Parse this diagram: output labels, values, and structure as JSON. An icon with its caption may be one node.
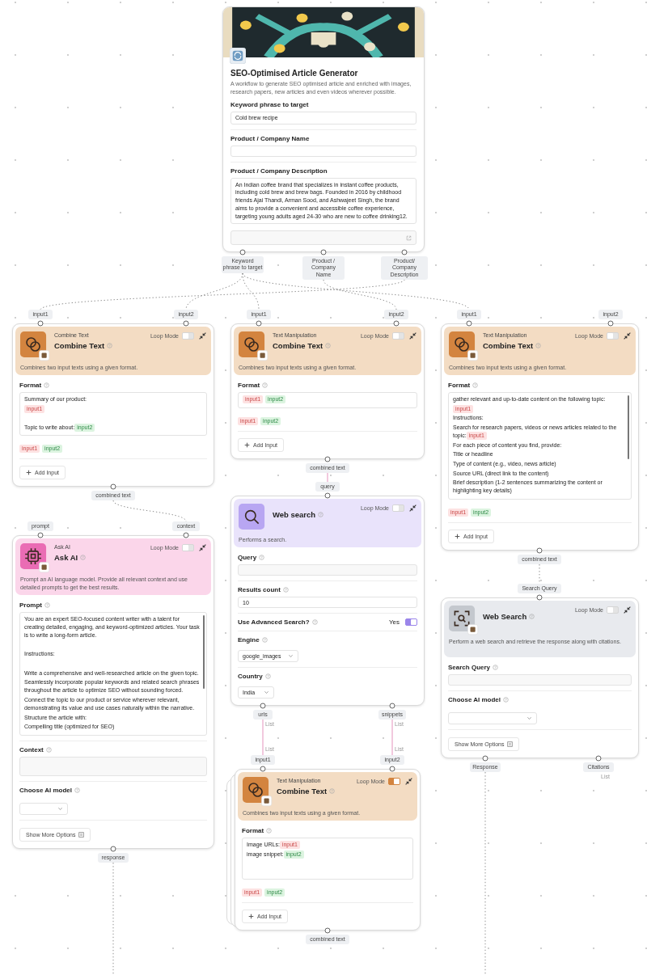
{
  "diagram": {
    "nodes": [
      {
        "text": [
          "SEO-Optimised Article Generator",
          "A workflow to generate SEO optimised article and enriched with images, research papers, new articles and even videos wherever possible.",
          "Keyword phrase to target",
          "Cold brew recipe",
          "Product / Company Name",
          "Product / Company Description",
          "An Indian coffee brand that specializes in instant coffee products, including cold brew and brew bags. Founded in 2016 by childhood friends Ajai Thandi, Arman Sood, and Ashwajeet Singh, the brand aims to provide a convenient and accessible coffee experience, targeting young adults aged 24-30 who are new to coffee drinking12."
        ]
      },
      {
        "text": [
          "Keyword phrase to target"
        ]
      },
      {
        "text": [
          "Product / Company Name"
        ]
      },
      {
        "text": [
          "Product/ Company Description"
        ]
      },
      {
        "text": [
          "Combine Text",
          "Combine Text",
          "Combines two input texts using a given format.",
          "Loop Mode",
          "Format",
          "Summary of our product:",
          "input1",
          "Topic to write about:",
          "input2",
          "input1",
          "input2",
          "Add Input"
        ]
      },
      {
        "text": [
          "input1"
        ]
      },
      {
        "text": [
          "input2"
        ]
      },
      {
        "text": [
          "combined text"
        ]
      },
      {
        "text": [
          "Text Manipulation",
          "Combine Text",
          "Combines two input texts using a given format.",
          "Loop Mode",
          "Format",
          "input1",
          "input2",
          "input1",
          "input2",
          "Add Input"
        ]
      },
      {
        "text": [
          "input1"
        ]
      },
      {
        "text": [
          "input2"
        ]
      },
      {
        "text": [
          "combined text"
        ]
      },
      {
        "text": [
          "Text Manipulation",
          "Combine Text",
          "Combines two input texts using a given format.",
          "Loop Mode",
          "Format",
          "gather relevant and up-to-date content on the following topic:",
          "input1",
          "Instructions:",
          "Search for research papers, videos or news articles related to the topic:",
          "input1",
          "For each piece of content you find, provide:",
          "Title or headline",
          "Type of content (e.g., video, news article)",
          "Source URL (direct link to the content)",
          "Brief description (1-2 sentences summarizing the content or highlighting key details)",
          "input1",
          "input2",
          "Add Input"
        ]
      },
      {
        "text": [
          "input1"
        ]
      },
      {
        "text": [
          "input2"
        ]
      },
      {
        "text": [
          "combined text"
        ]
      },
      {
        "text": [
          "Ask AI",
          "Ask AI",
          "Prompt an AI language model. Provide all relevant context and use detailed prompts to get the best results.",
          "Loop Mode",
          "Prompt",
          "You are an expert SEO-focused content writer with a talent for creating detailed, engaging, and keyword-optimized articles. Your task is to write a long-form article.",
          "Instructions:",
          "Write a comprehensive and well-researched article on the given topic.",
          "Seamlessly incorporate popular keywords and related search phrases throughout the article to optimize SEO without sounding forced.",
          "Connect the topic to our product or service wherever relevant, demonstrating its value and use cases naturally within the narrative.",
          "Structure the article with:",
          "Compelling title (optimized for SEO)",
          "Context",
          "Choose AI model",
          "Show More Options"
        ]
      },
      {
        "text": [
          "prompt"
        ]
      },
      {
        "text": [
          "context"
        ]
      },
      {
        "text": [
          "response"
        ]
      },
      {
        "text": [
          "Web search",
          "Performs a search.",
          "Loop Mode",
          "Query",
          "Results count",
          "10",
          "Use Advanced Search?",
          "Yes",
          "Engine",
          "google_images",
          "Country",
          "India"
        ]
      },
      {
        "text": [
          "query"
        ]
      },
      {
        "text": [
          "urls"
        ],
        "beside": [
          "List"
        ]
      },
      {
        "text": [
          "snippets"
        ],
        "beside": [
          "List"
        ]
      },
      {
        "text": [
          "Web Search",
          "Perform a web search and retrieve the response along with citations.",
          "Loop Mode",
          "Search Query",
          "Choose AI model",
          "Show More Options"
        ]
      },
      {
        "text": [
          "Search Query"
        ]
      },
      {
        "text": [
          "Response"
        ]
      },
      {
        "text": [
          "Citations"
        ],
        "beside": [
          "List"
        ]
      },
      {
        "text": [
          "Text Manipulation",
          "Combine Text",
          "Combines two input texts using a given format.",
          "Loop Mode",
          "Format",
          "Image URLs:",
          "input1",
          "image snippet:",
          "input2",
          "input1",
          "input2",
          "Add Input"
        ]
      },
      {
        "text": [
          "input1"
        ],
        "beside": [
          "List"
        ]
      },
      {
        "text": [
          "input2"
        ],
        "beside": [
          "List"
        ]
      },
      {
        "text": [
          "combined text"
        ]
      }
    ],
    "edges": [
      {
        "from": 1,
        "to": 6,
        "arrow": "none",
        "style": "dashed"
      },
      {
        "from": 3,
        "to": 5,
        "arrow": "none",
        "style": "dashed"
      },
      {
        "from": 1,
        "to": 9,
        "arrow": "none",
        "style": "dashed"
      },
      {
        "from": 2,
        "to": 10,
        "arrow": "none",
        "style": "dashed"
      },
      {
        "from": 1,
        "to": 13,
        "arrow": "none",
        "style": "dashed"
      },
      {
        "from": 7,
        "to": 18,
        "arrow": "none",
        "style": "dashed"
      },
      {
        "from": 11,
        "to": 21,
        "arrow": "none",
        "color": "#eaa5c8"
      },
      {
        "from": 22,
        "to": 29,
        "arrow": "none",
        "color": "#eaa5c8"
      },
      {
        "from": 23,
        "to": 30,
        "arrow": "none",
        "color": "#eaa5c8"
      },
      {
        "from": 15,
        "to": 25,
        "arrow": "none",
        "style": "dashed"
      },
      {
        "from": 19,
        "to": null,
        "arrow": "none",
        "style": "dashed"
      },
      {
        "from": 26,
        "to": null,
        "arrow": "none",
        "style": "dashed"
      }
    ]
  }
}
